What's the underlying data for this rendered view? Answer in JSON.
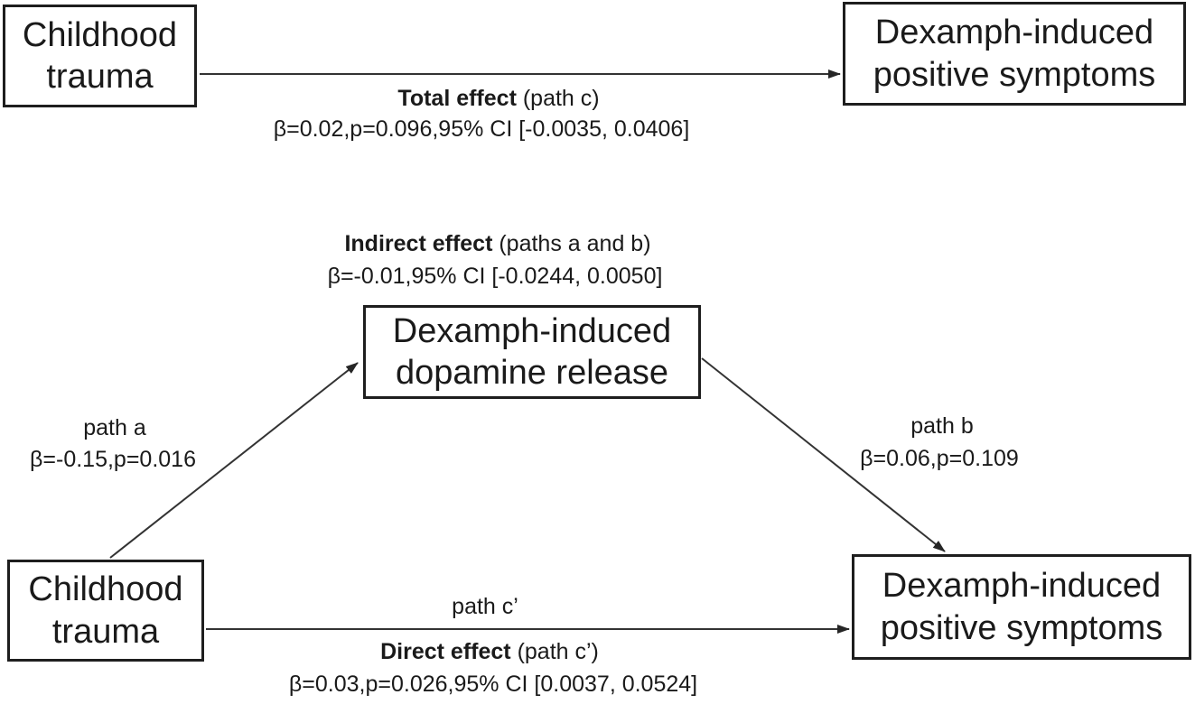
{
  "figure": {
    "type": "mediation-path-diagram",
    "background_color": "#ffffff",
    "line_color": "#333333",
    "border_color": "#1e1e1e",
    "text_color": "#1a1a1a"
  },
  "top_model": {
    "predictor": "Childhood trauma",
    "outcome": "Dexamph-induced positive symptoms",
    "effect_name": "Total effect",
    "effect_path": " (path c)",
    "stats": "β=0.02,p=0.096,95% CI [-0.0035, 0.0406]"
  },
  "bottom_model": {
    "predictor": "Childhood trauma",
    "mediator": "Dexamph-induced dopamine release",
    "outcome": "Dexamph-induced positive symptoms",
    "indirect_name": "Indirect effect",
    "indirect_path": " (paths a and b)",
    "indirect_stats": "β=-0.01,95% CI [-0.0244, 0.0050]",
    "path_a_label": "path a",
    "path_a_stats": "β=-0.15,p=0.016",
    "path_b_label": "path b",
    "path_b_stats": "β=0.06,p=0.109",
    "path_c_label": "path c’",
    "direct_name": "Direct effect",
    "direct_path": " (path c’)",
    "direct_stats": "β=0.03,p=0.026,95% CI [0.0037, 0.0524]"
  }
}
